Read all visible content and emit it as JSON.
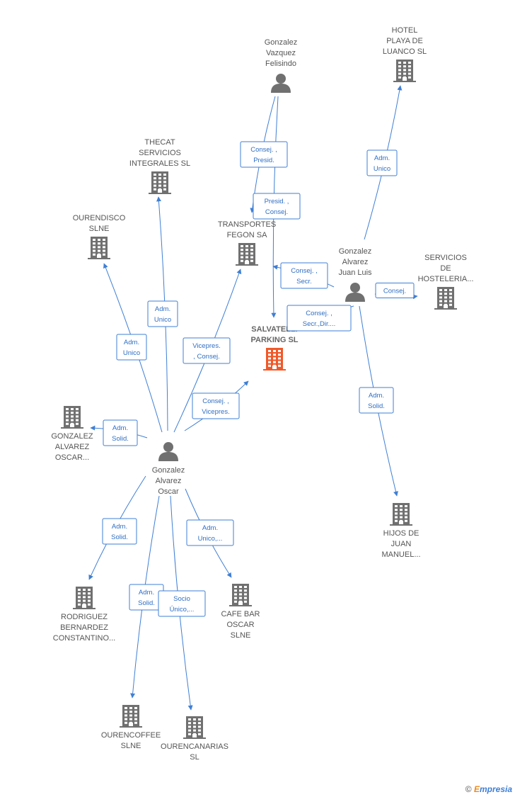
{
  "colors": {
    "edge": "#3f7fd4",
    "node": "#707070",
    "main_node": "#f0592a"
  },
  "nodes": [
    {
      "id": "salvatelli",
      "type": "company",
      "main": true,
      "lines": [
        "SALVATELLI",
        "PARKING SL"
      ]
    },
    {
      "id": "gvf",
      "type": "person",
      "lines": [
        "Gonzalez",
        "Vazquez",
        "Felisindo"
      ]
    },
    {
      "id": "hotel",
      "type": "company",
      "lines": [
        "HOTEL",
        "PLAYA DE",
        "LUANCO SL"
      ]
    },
    {
      "id": "thecat",
      "type": "company",
      "lines": [
        "THECAT",
        "SERVICIOS",
        "INTEGRALES SL"
      ]
    },
    {
      "id": "ourendisco",
      "type": "company",
      "lines": [
        "OURENDISCO",
        "SLNE"
      ]
    },
    {
      "id": "fegon",
      "type": "company",
      "lines": [
        "TRANSPORTES",
        "FEGON SA"
      ]
    },
    {
      "id": "gajl",
      "type": "person",
      "lines": [
        "Gonzalez",
        "Alvarez",
        "Juan Luis"
      ]
    },
    {
      "id": "servicios",
      "type": "company",
      "lines": [
        "SERVICIOS",
        "DE",
        "HOSTELERIA..."
      ]
    },
    {
      "id": "gao_co",
      "type": "company",
      "lines": [
        "GONZALEZ",
        "ALVAREZ",
        "OSCAR..."
      ]
    },
    {
      "id": "gao",
      "type": "person",
      "lines": [
        "Gonzalez",
        "Alvarez",
        "Oscar"
      ]
    },
    {
      "id": "hijos",
      "type": "company",
      "lines": [
        "HIJOS DE",
        "JUAN",
        "MANUEL..."
      ]
    },
    {
      "id": "rodriguez",
      "type": "company",
      "lines": [
        "RODRIGUEZ",
        "BERNARDEZ",
        "CONSTANTINO..."
      ]
    },
    {
      "id": "cafebar",
      "type": "company",
      "lines": [
        "CAFE BAR",
        "OSCAR",
        "SLNE"
      ]
    },
    {
      "id": "ourencoffee",
      "type": "company",
      "lines": [
        "OURENCOFFEE",
        "SLNE"
      ]
    },
    {
      "id": "ourencanarias",
      "type": "company",
      "lines": [
        "OURENCANARIAS",
        "SL"
      ]
    }
  ],
  "edges": [
    {
      "from": "gvf",
      "to": "fegon",
      "label": [
        "Consej. ,",
        "Presid."
      ]
    },
    {
      "from": "gvf",
      "to": "salvatelli",
      "label": [
        "Presid. ,",
        "Consej."
      ]
    },
    {
      "from": "gajl",
      "to": "hotel",
      "label": [
        "Adm.",
        "Unico"
      ]
    },
    {
      "from": "gajl",
      "to": "fegon",
      "label": [
        "Consej. ,",
        "Secr."
      ]
    },
    {
      "from": "gajl",
      "to": "servicios",
      "label": [
        "Consej."
      ]
    },
    {
      "from": "gajl",
      "to": "salvatelli",
      "label": [
        "Consej. ,",
        "Secr.,Dir...."
      ]
    },
    {
      "from": "gajl",
      "to": "hijos",
      "label": [
        "Adm.",
        "Solid."
      ]
    },
    {
      "from": "gao",
      "to": "thecat",
      "label": [
        "Adm.",
        "Unico"
      ]
    },
    {
      "from": "gao",
      "to": "ourendisco",
      "label": [
        "Adm.",
        "Unico"
      ]
    },
    {
      "from": "gao",
      "to": "fegon",
      "label": [
        "Vicepres.",
        ", Consej."
      ]
    },
    {
      "from": "gao",
      "to": "salvatelli",
      "label": [
        "Consej. ,",
        "Vicepres."
      ]
    },
    {
      "from": "gao",
      "to": "gao_co",
      "label": [
        "Adm.",
        "Solid."
      ]
    },
    {
      "from": "gao",
      "to": "rodriguez",
      "label": [
        "Adm.",
        "Solid."
      ]
    },
    {
      "from": "gao",
      "to": "cafebar",
      "label": [
        "Adm.",
        "Unico,..."
      ]
    },
    {
      "from": "gao",
      "to": "ourencoffee",
      "label": [
        "Adm.",
        "Solid."
      ]
    },
    {
      "from": "gao",
      "to": "ourencanarias",
      "label": [
        "Socio",
        "Único,..."
      ]
    }
  ],
  "footer": {
    "copyright": "©",
    "brand_e": "E",
    "brand_rest": "mpresia"
  }
}
